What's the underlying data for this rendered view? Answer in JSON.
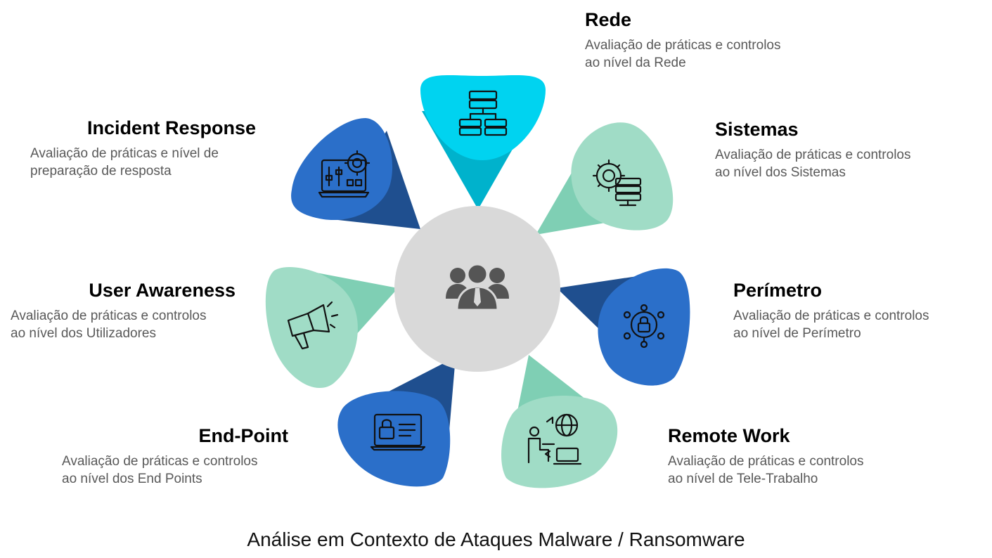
{
  "caption": "Análise em Contexto de Ataques Malware / Ransomware",
  "colors": {
    "cyan": "#00d3f0",
    "cyan_dark": "#00b2cc",
    "blue": "#2b6fc9",
    "blue_dark": "#1f4f8f",
    "green": "#a0dcc6",
    "green_dark": "#7fcfb4",
    "hub": "#d9d9d9",
    "hub_icon": "#555555"
  },
  "center": {
    "icon": "people-group-icon"
  },
  "segments": [
    {
      "id": "rede",
      "title": "Rede",
      "desc_line1": "Avaliação de práticas e controlos",
      "desc_line2": "ao nível da Rede",
      "icon": "network-hierarchy-icon",
      "color": "cyan"
    },
    {
      "id": "sistemas",
      "title": "Sistemas",
      "desc_line1": "Avaliação de práticas e controlos",
      "desc_line2": "ao nível dos Sistemas",
      "icon": "gear-server-icon",
      "color": "green"
    },
    {
      "id": "perimetro",
      "title": "Perímetro",
      "desc_line1": "Avaliação de práticas e controlos",
      "desc_line2": "ao nível de Perímetro",
      "icon": "network-lock-icon",
      "color": "blue"
    },
    {
      "id": "remote-work",
      "title": "Remote Work",
      "desc_line1": "Avaliação de práticas e controlos",
      "desc_line2": "ao nível de Tele-Trabalho",
      "icon": "remote-worker-icon",
      "color": "green"
    },
    {
      "id": "end-point",
      "title": "End-Point",
      "desc_line1": "Avaliação de práticas e controlos",
      "desc_line2": "ao nível dos End Points",
      "icon": "laptop-lock-icon",
      "color": "blue"
    },
    {
      "id": "user-awareness",
      "title": "User Awareness",
      "desc_line1": "Avaliação de práticas e controlos",
      "desc_line2": "ao nível dos Utilizadores",
      "icon": "megaphone-icon",
      "color": "green"
    },
    {
      "id": "incident-response",
      "title": "Incident Response",
      "desc_line1": "Avaliação de práticas e nível de",
      "desc_line2": "preparação de resposta",
      "icon": "laptop-settings-icon",
      "color": "blue"
    }
  ]
}
